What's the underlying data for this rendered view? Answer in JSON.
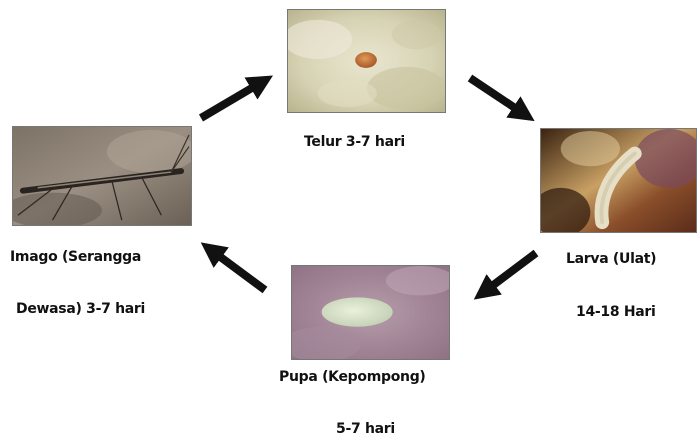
{
  "stages": {
    "egg": {
      "label": "Telur 3-7 hari"
    },
    "larva": {
      "label_line1": "Larva (Ulat)",
      "label_line2": "14-18 Hari"
    },
    "pupa": {
      "label_line1": "Pupa (Kepompong)",
      "label_line2": "5-7 hari"
    },
    "imago": {
      "label_line1": "Imago (Serangga",
      "label_line2": "Dewasa) 3-7 hari"
    }
  },
  "colors": {
    "arrow": "#111111"
  }
}
